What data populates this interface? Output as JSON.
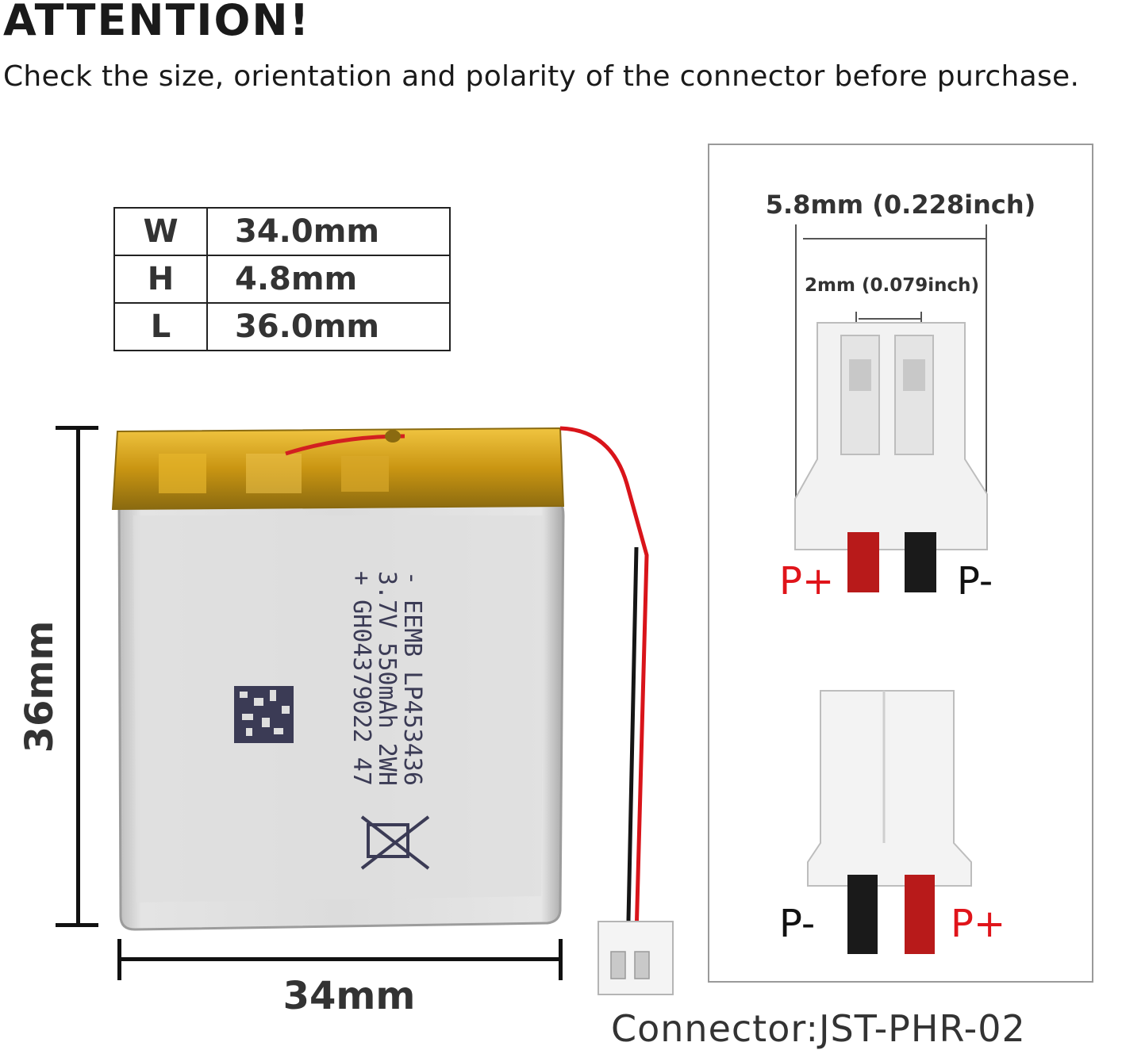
{
  "header": {
    "title": "ATTENTION!",
    "subtitle": "Check the size, orientation and polarity of the connector before purchase."
  },
  "dimensions_table": {
    "rows": [
      {
        "key": "W",
        "value": "34.0mm"
      },
      {
        "key": "H",
        "value": "4.8mm"
      },
      {
        "key": "L",
        "value": "36.0mm"
      }
    ]
  },
  "battery": {
    "height_label": "36mm",
    "width_label": "34mm",
    "print_lines": [
      "- EEMB LP453436",
      "  3.7V 550mAh 2WH",
      "+ GH04379022 47"
    ],
    "body_color": "#d9d9d9",
    "tape_color": "#d4a31a"
  },
  "connector_panel": {
    "pitch_outer": "5.8mm (0.228inch)",
    "pitch_inner": "2mm (0.079inch)",
    "top_view": {
      "left": "P+",
      "right": "P-"
    },
    "bottom_view": {
      "left": "P-",
      "right": "P+"
    },
    "positive_color": "#e0141a",
    "negative_color": "#111111"
  },
  "connector_label": "Connector:JST-PHR-02"
}
